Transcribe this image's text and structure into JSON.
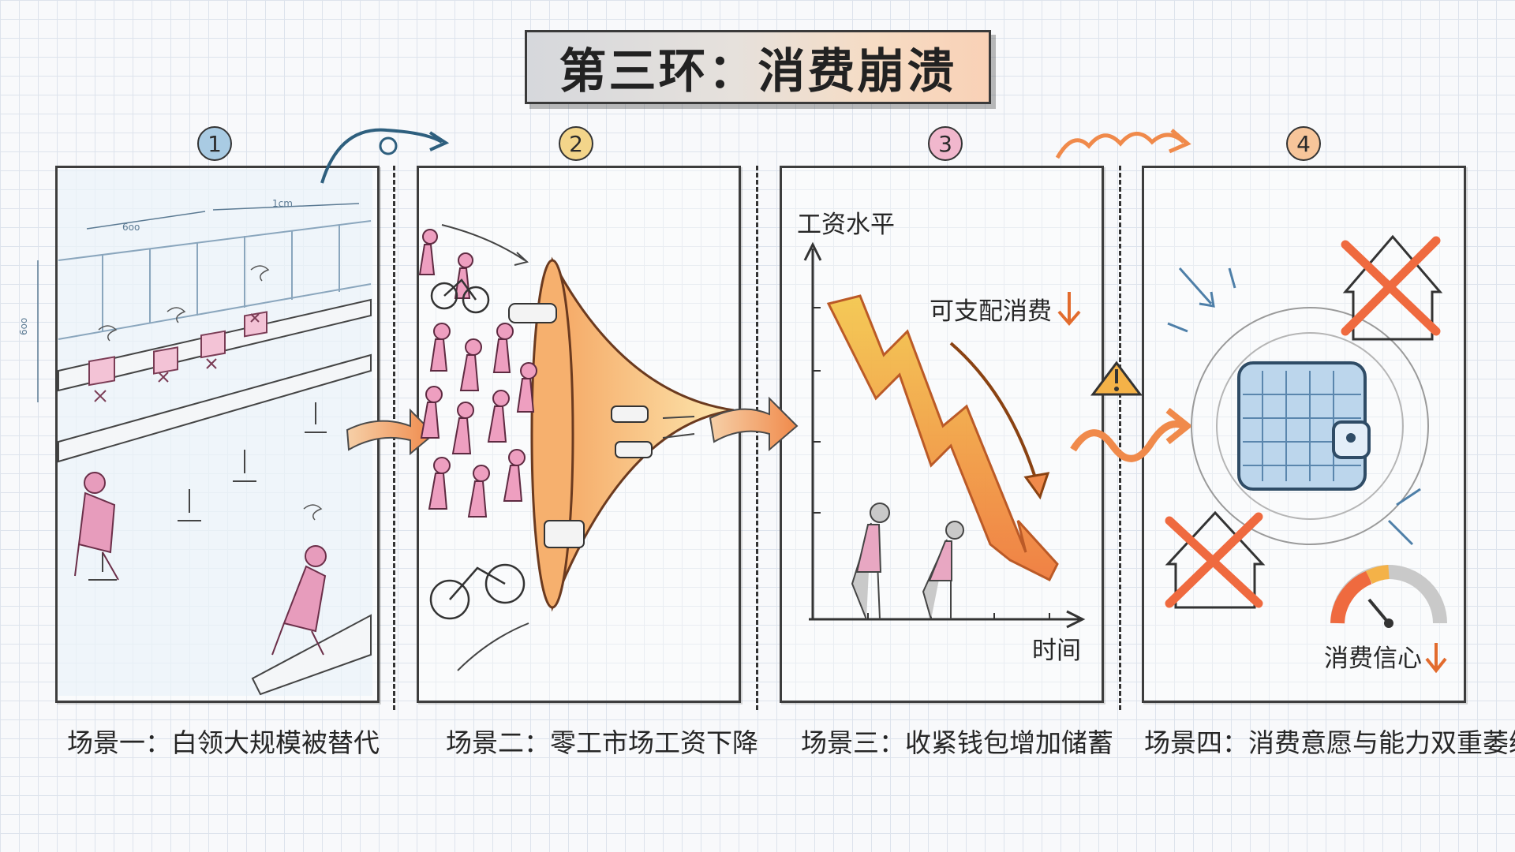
{
  "title": "第三环：消费崩溃",
  "steps": [
    {
      "number": "1",
      "caption": "场景一：白领大规模被替代",
      "color": "#a9cbe3"
    },
    {
      "number": "2",
      "caption": "场景二：零工市场工资下降",
      "color": "#f3d58a"
    },
    {
      "number": "3",
      "caption": "场景三：收紧钱包增加储蓄",
      "color": "#f1b7cd"
    },
    {
      "number": "4",
      "caption": "场景四：消费意愿与能力双重萎缩",
      "color": "#f7c59a"
    }
  ],
  "panel1": {
    "dim_top": "1cm",
    "dim_left": "6oo",
    "dim_side": "6oo"
  },
  "panel3": {
    "y_axis_label": "工资水平",
    "x_axis_label": "时间",
    "annotation": "可支配消费",
    "annotation_arrow": "down-arrow-icon"
  },
  "panel4": {
    "gauge_label": "消费信心",
    "gauge_arrow": "down-arrow-icon"
  },
  "colors": {
    "blue": "#8fb8d8",
    "pink": "#e98fb2",
    "orange": "#f08a4b",
    "yellow": "#f4cf63"
  }
}
